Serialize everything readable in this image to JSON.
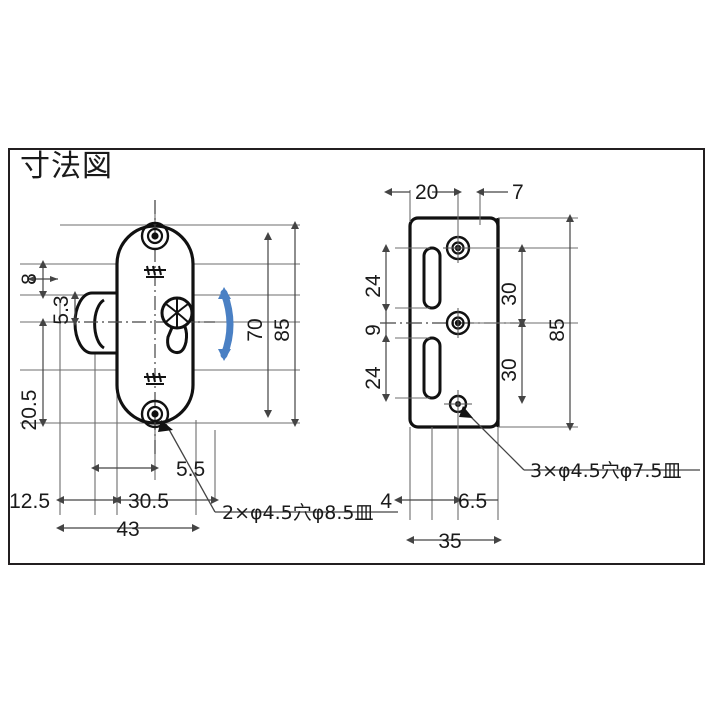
{
  "page": {
    "title": "寸法図",
    "background_color": "#ffffff",
    "border_color": "#231f20",
    "line_color": "#1a1a1a",
    "dim_line_color": "#555555",
    "accent_color": "#4a80c4"
  },
  "views": {
    "left": {
      "name": "front-view-thumbturn",
      "dimensions": {
        "vertical_left_outer": "20.5",
        "vertical_left_mid": "5.3",
        "vertical_left_inner": "8",
        "vertical_right_inner": "70",
        "vertical_right_outer": "85",
        "horizontal_outer": "43",
        "horizontal_mid": "30.5",
        "horizontal_left": "12.5",
        "horizontal_small": "5.5"
      },
      "note": "2×φ4.5穴φ8.5皿",
      "rotation_arrow": "rotation-indicator"
    },
    "right": {
      "name": "strike-plate-view",
      "dimensions": {
        "top_left": "20",
        "top_right": "7",
        "left_upper": "24",
        "left_middle": "9",
        "left_lower": "24",
        "right_upper": "30",
        "right_lower": "30",
        "right_outer": "85",
        "bottom_left": "4",
        "bottom_mid": "6.5",
        "bottom_outer": "35"
      },
      "note": "3×φ4.5穴φ7.5皿"
    }
  },
  "chart_data": {
    "type": "table",
    "title": "寸法図",
    "series": [
      {
        "name": "left-view-dims",
        "values": [
          "8",
          "5.3",
          "20.5",
          "70",
          "85",
          "5.5",
          "12.5",
          "30.5",
          "43"
        ]
      },
      {
        "name": "right-view-dims",
        "values": [
          "20",
          "7",
          "24",
          "9",
          "24",
          "30",
          "30",
          "85",
          "4",
          "6.5",
          "35"
        ]
      }
    ],
    "annotations": [
      "2×φ4.5穴φ8.5皿",
      "3×φ4.5穴φ7.5皿"
    ]
  }
}
